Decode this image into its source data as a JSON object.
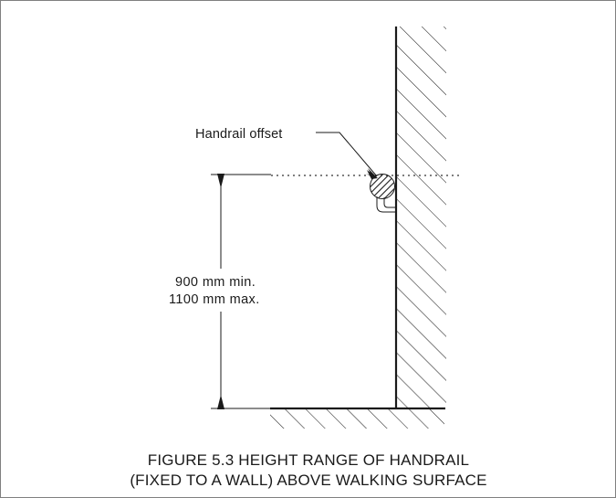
{
  "figure": {
    "caption_line1": "FIGURE  5.3   HEIGHT RANGE OF HANDRAIL",
    "caption_line2": "(FIXED TO A WALL) ABOVE WALKING SURFACE",
    "annotations": {
      "handrail_offset_label": "Handrail offset",
      "dimension_min": "900 mm min.",
      "dimension_max": "1100 mm max."
    },
    "colors": {
      "ink": "#1a1a1a",
      "hatch": "#2b2b2b",
      "background": "#ffffff",
      "page_border": "#808080",
      "centerline": "#333333"
    },
    "elements": {
      "wall_name": "wall",
      "floor_name": "walking-surface",
      "handrail_name": "handrail-section",
      "bracket_name": "handrail-bracket",
      "centerline_name": "handrail-centerline",
      "dimension_name": "height-dimension"
    }
  }
}
